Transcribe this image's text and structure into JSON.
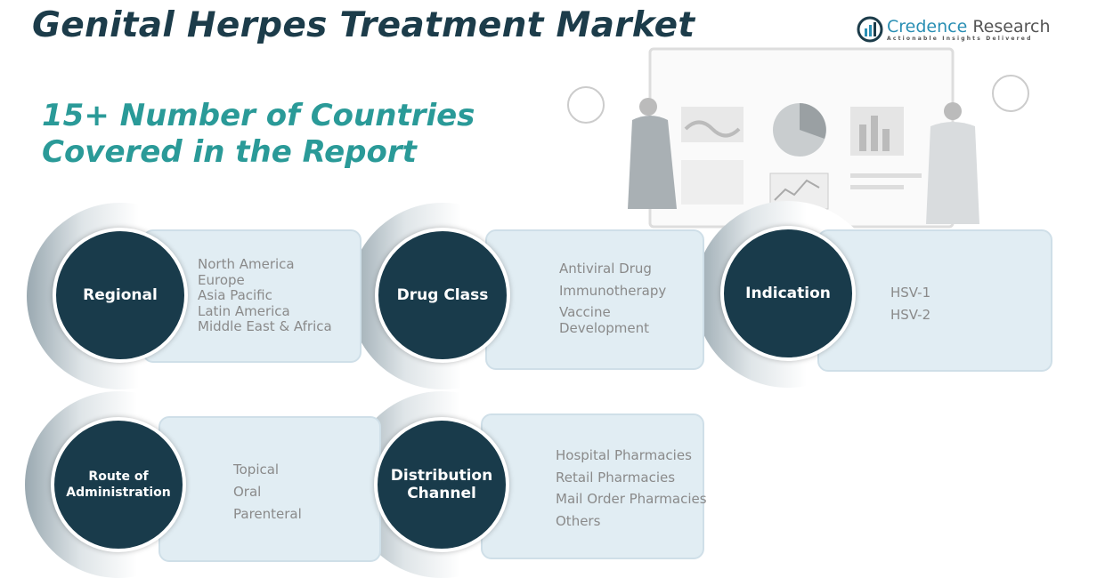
{
  "title": "Genital Herpes Treatment Market",
  "subtitle_line1": "15+ Number of Countries",
  "subtitle_line2": "Covered in the Report",
  "logo": {
    "name_a": "Credence",
    "name_b": "Research",
    "tagline": "Actionable Insights Delivered"
  },
  "segments": [
    {
      "label": "Regional",
      "items": [
        "North America",
        "Europe",
        "Asia Pacific",
        "Latin America",
        "Middle East & Africa"
      ]
    },
    {
      "label": "Drug Class",
      "items": [
        "Antiviral Drug",
        "Immunotherapy",
        "Vaccine Development"
      ]
    },
    {
      "label": "Indication",
      "items": [
        "HSV-1",
        "HSV-2"
      ]
    },
    {
      "label": "Route of Administration",
      "items": [
        "Topical",
        "Oral",
        "Parenteral"
      ]
    },
    {
      "label": "Distribution Channel",
      "items": [
        "Hospital Pharmacies",
        "Retail Pharmacies",
        "Mail Order Pharmacies",
        "Others"
      ]
    }
  ]
}
